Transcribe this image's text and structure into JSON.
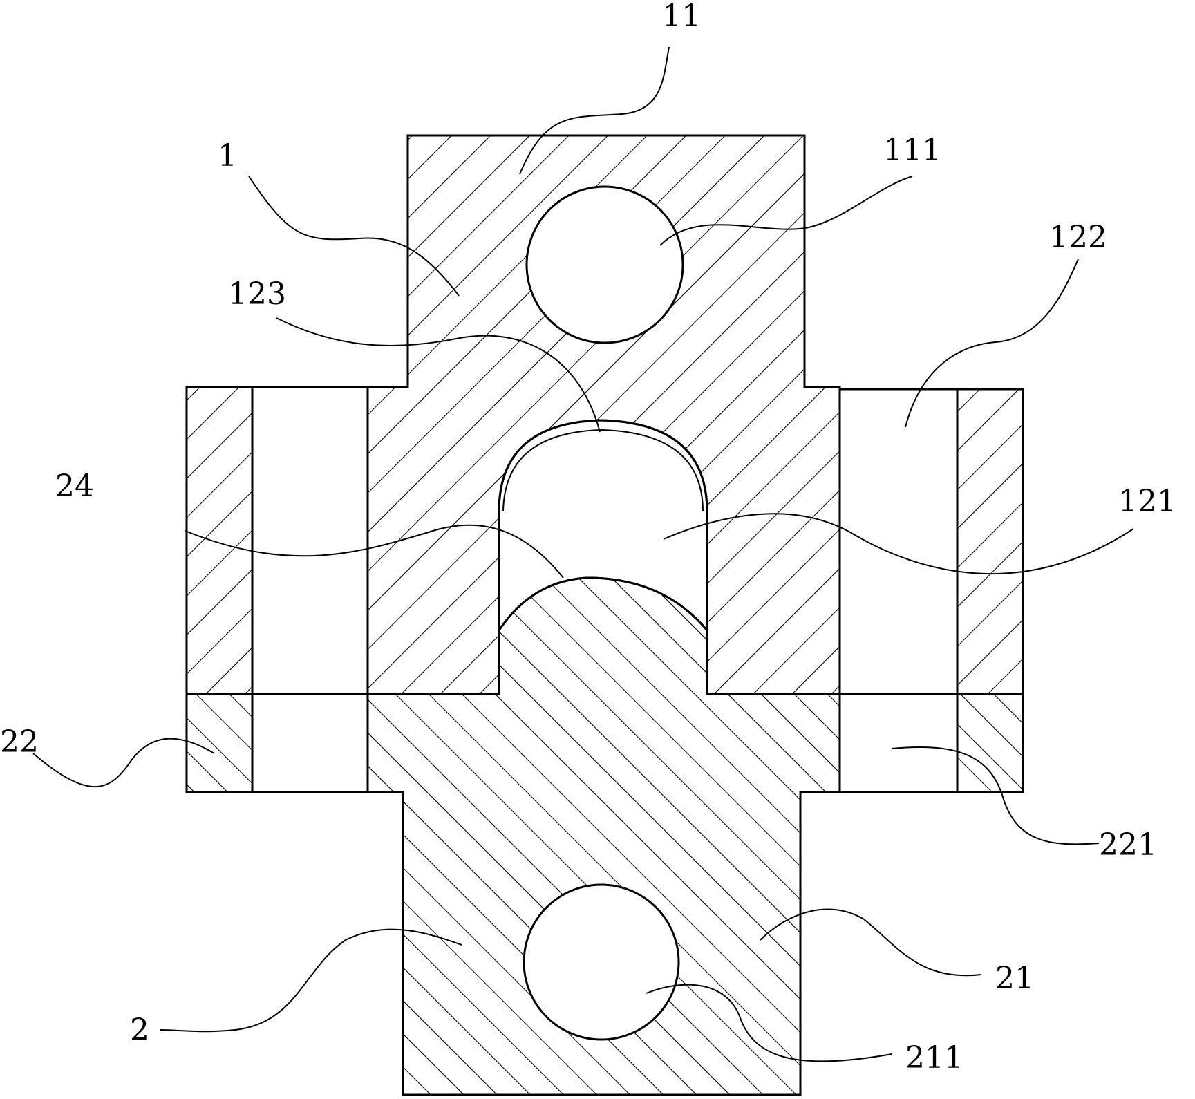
{
  "figure": {
    "parts": [
      {
        "id": "upper-block",
        "label": "1"
      },
      {
        "id": "lower-block",
        "label": "2"
      }
    ],
    "labels": {
      "l11": "11",
      "l111": "111",
      "l1": "1",
      "l122": "122",
      "l123": "123",
      "l24": "24",
      "l121": "121",
      "l22": "22",
      "l221": "221",
      "l21": "21",
      "l2": "2",
      "l211": "211"
    },
    "colors": {
      "line": "#000000",
      "background": "#ffffff"
    }
  }
}
